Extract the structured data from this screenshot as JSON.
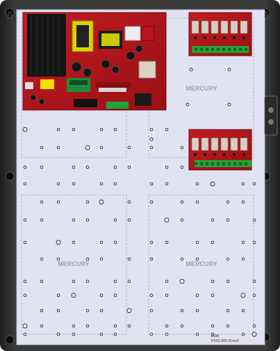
{
  "panel": {
    "zone_label": "MERCURY",
    "corner_code_top": "ESW",
    "corner_code_bottom": "PSX2-005-01rev0"
  },
  "colors": {
    "frame": "#2b2b2b",
    "backplate": "#e1e2f2",
    "pcb": "#b1141a",
    "terminal_green": "#22a33a",
    "heatsink": "#151515",
    "inductor": "#d8d400"
  }
}
